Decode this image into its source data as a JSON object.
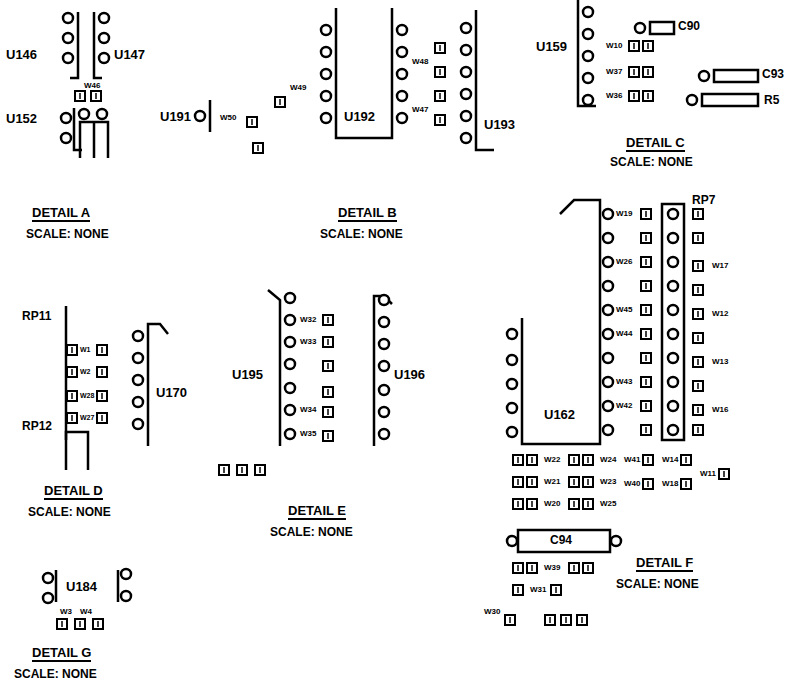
{
  "diagram": {
    "labels": [
      "U146",
      "U147",
      "W46",
      "U152",
      "DETAIL A",
      "SCALE: NONE",
      "U191",
      "W50",
      "W49",
      "U192",
      "W48",
      "W47",
      "U193",
      "DETAIL B",
      "SCALE: NONE",
      "U159",
      "C90",
      "W10",
      "W37",
      "C93",
      "W36",
      "R5",
      "DETAIL C",
      "SCALE: NONE",
      "RP11",
      "W1",
      "W2",
      "W28",
      "W27",
      "U170",
      "RP12",
      "DETAIL D",
      "SCALE: NONE",
      "W32",
      "W33",
      "U195",
      "U196",
      "W34",
      "W35",
      "DETAIL E",
      "SCALE: NONE",
      "W19",
      "RP7",
      "W26",
      "W17",
      "W45",
      "W12",
      "W44",
      "W13",
      "U162",
      "W43",
      "W42",
      "W16",
      "W22",
      "W24",
      "W21",
      "W23",
      "W20",
      "W25",
      "W41",
      "W40",
      "W14",
      "W18",
      "W11",
      "C94",
      "W39",
      "W31",
      "W30",
      "DETAIL F",
      "SCALE: NONE",
      "U184",
      "W3",
      "W4",
      "DETAIL G",
      "SCALE: NONE"
    ]
  }
}
